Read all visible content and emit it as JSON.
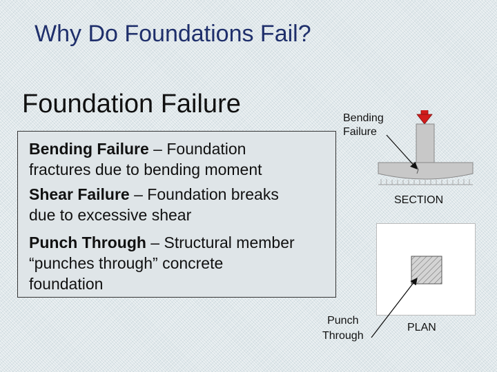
{
  "slide": {
    "title": "Why Do Foundations Fail?",
    "heading": "Foundation Failure",
    "items": [
      {
        "term": "Bending Failure",
        "rest_line1": " – Foundation",
        "line2": "fractures due to bending moment"
      },
      {
        "term": "Shear Failure",
        "rest_line1": " – Foundation breaks",
        "line2": "due to excessive shear"
      },
      {
        "term": "Punch Through",
        "rest_line1": " – Structural member",
        "line2": "“punches through” concrete",
        "line3": "foundation"
      }
    ]
  },
  "diagram": {
    "bending_label_line1": "Bending",
    "bending_label_line2": "Failure",
    "section_label": "SECTION",
    "punch_label_line1": "Punch",
    "punch_label_line2": "Through",
    "plan_label": "PLAN"
  },
  "colors": {
    "title": "#1f2f6b",
    "load_arrow": "#d11c1c",
    "concrete": "#c8c8c8"
  }
}
